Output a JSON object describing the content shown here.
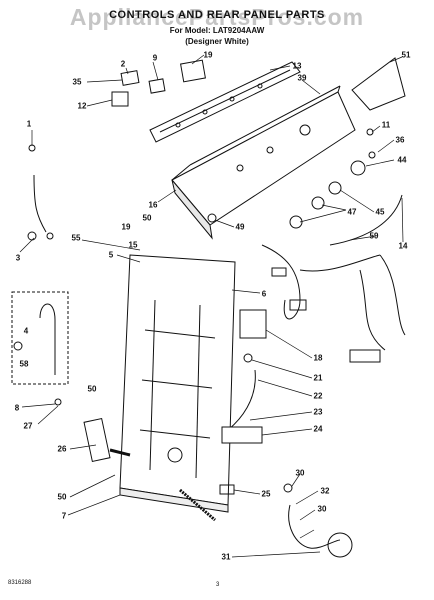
{
  "header": {
    "title": "CONTROLS AND REAR PANEL PARTS",
    "model_line": "For Model: LAT9204AAW",
    "color_line": "(Designer White)"
  },
  "watermark": "AppliancePartsPros.com",
  "callouts": [
    "1",
    "2",
    "3",
    "4",
    "5",
    "6",
    "7",
    "8",
    "9",
    "11",
    "12",
    "13",
    "14",
    "15",
    "16",
    "18",
    "19",
    "19",
    "21",
    "22",
    "23",
    "24",
    "25",
    "26",
    "27",
    "30",
    "30",
    "31",
    "32",
    "35",
    "36",
    "39",
    "44",
    "45",
    "47",
    "49",
    "50",
    "50",
    "50",
    "51",
    "55",
    "58",
    "59"
  ],
  "footer": {
    "left_code": "8316288",
    "page_number": "3"
  }
}
